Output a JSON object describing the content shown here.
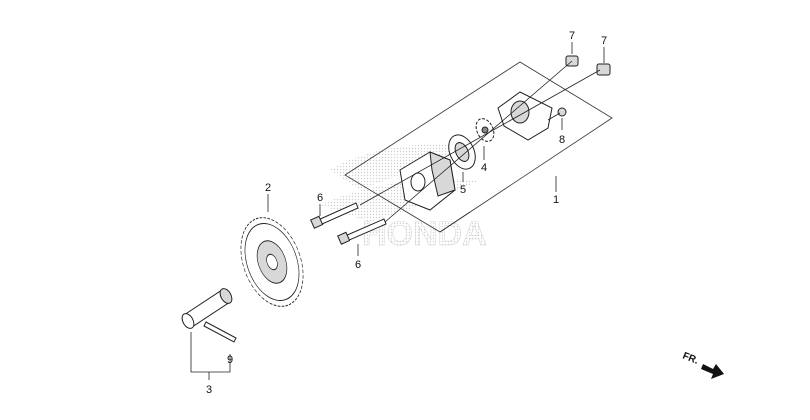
{
  "diagram": {
    "callouts": {
      "c1": "1",
      "c2": "2",
      "c3": "3",
      "c4": "4",
      "c5": "5",
      "c6a": "6",
      "c6b": "6",
      "c7a": "7",
      "c7b": "7",
      "c8": "8",
      "c9": "9"
    },
    "watermark": "HONDA",
    "direction_label": "FR."
  }
}
